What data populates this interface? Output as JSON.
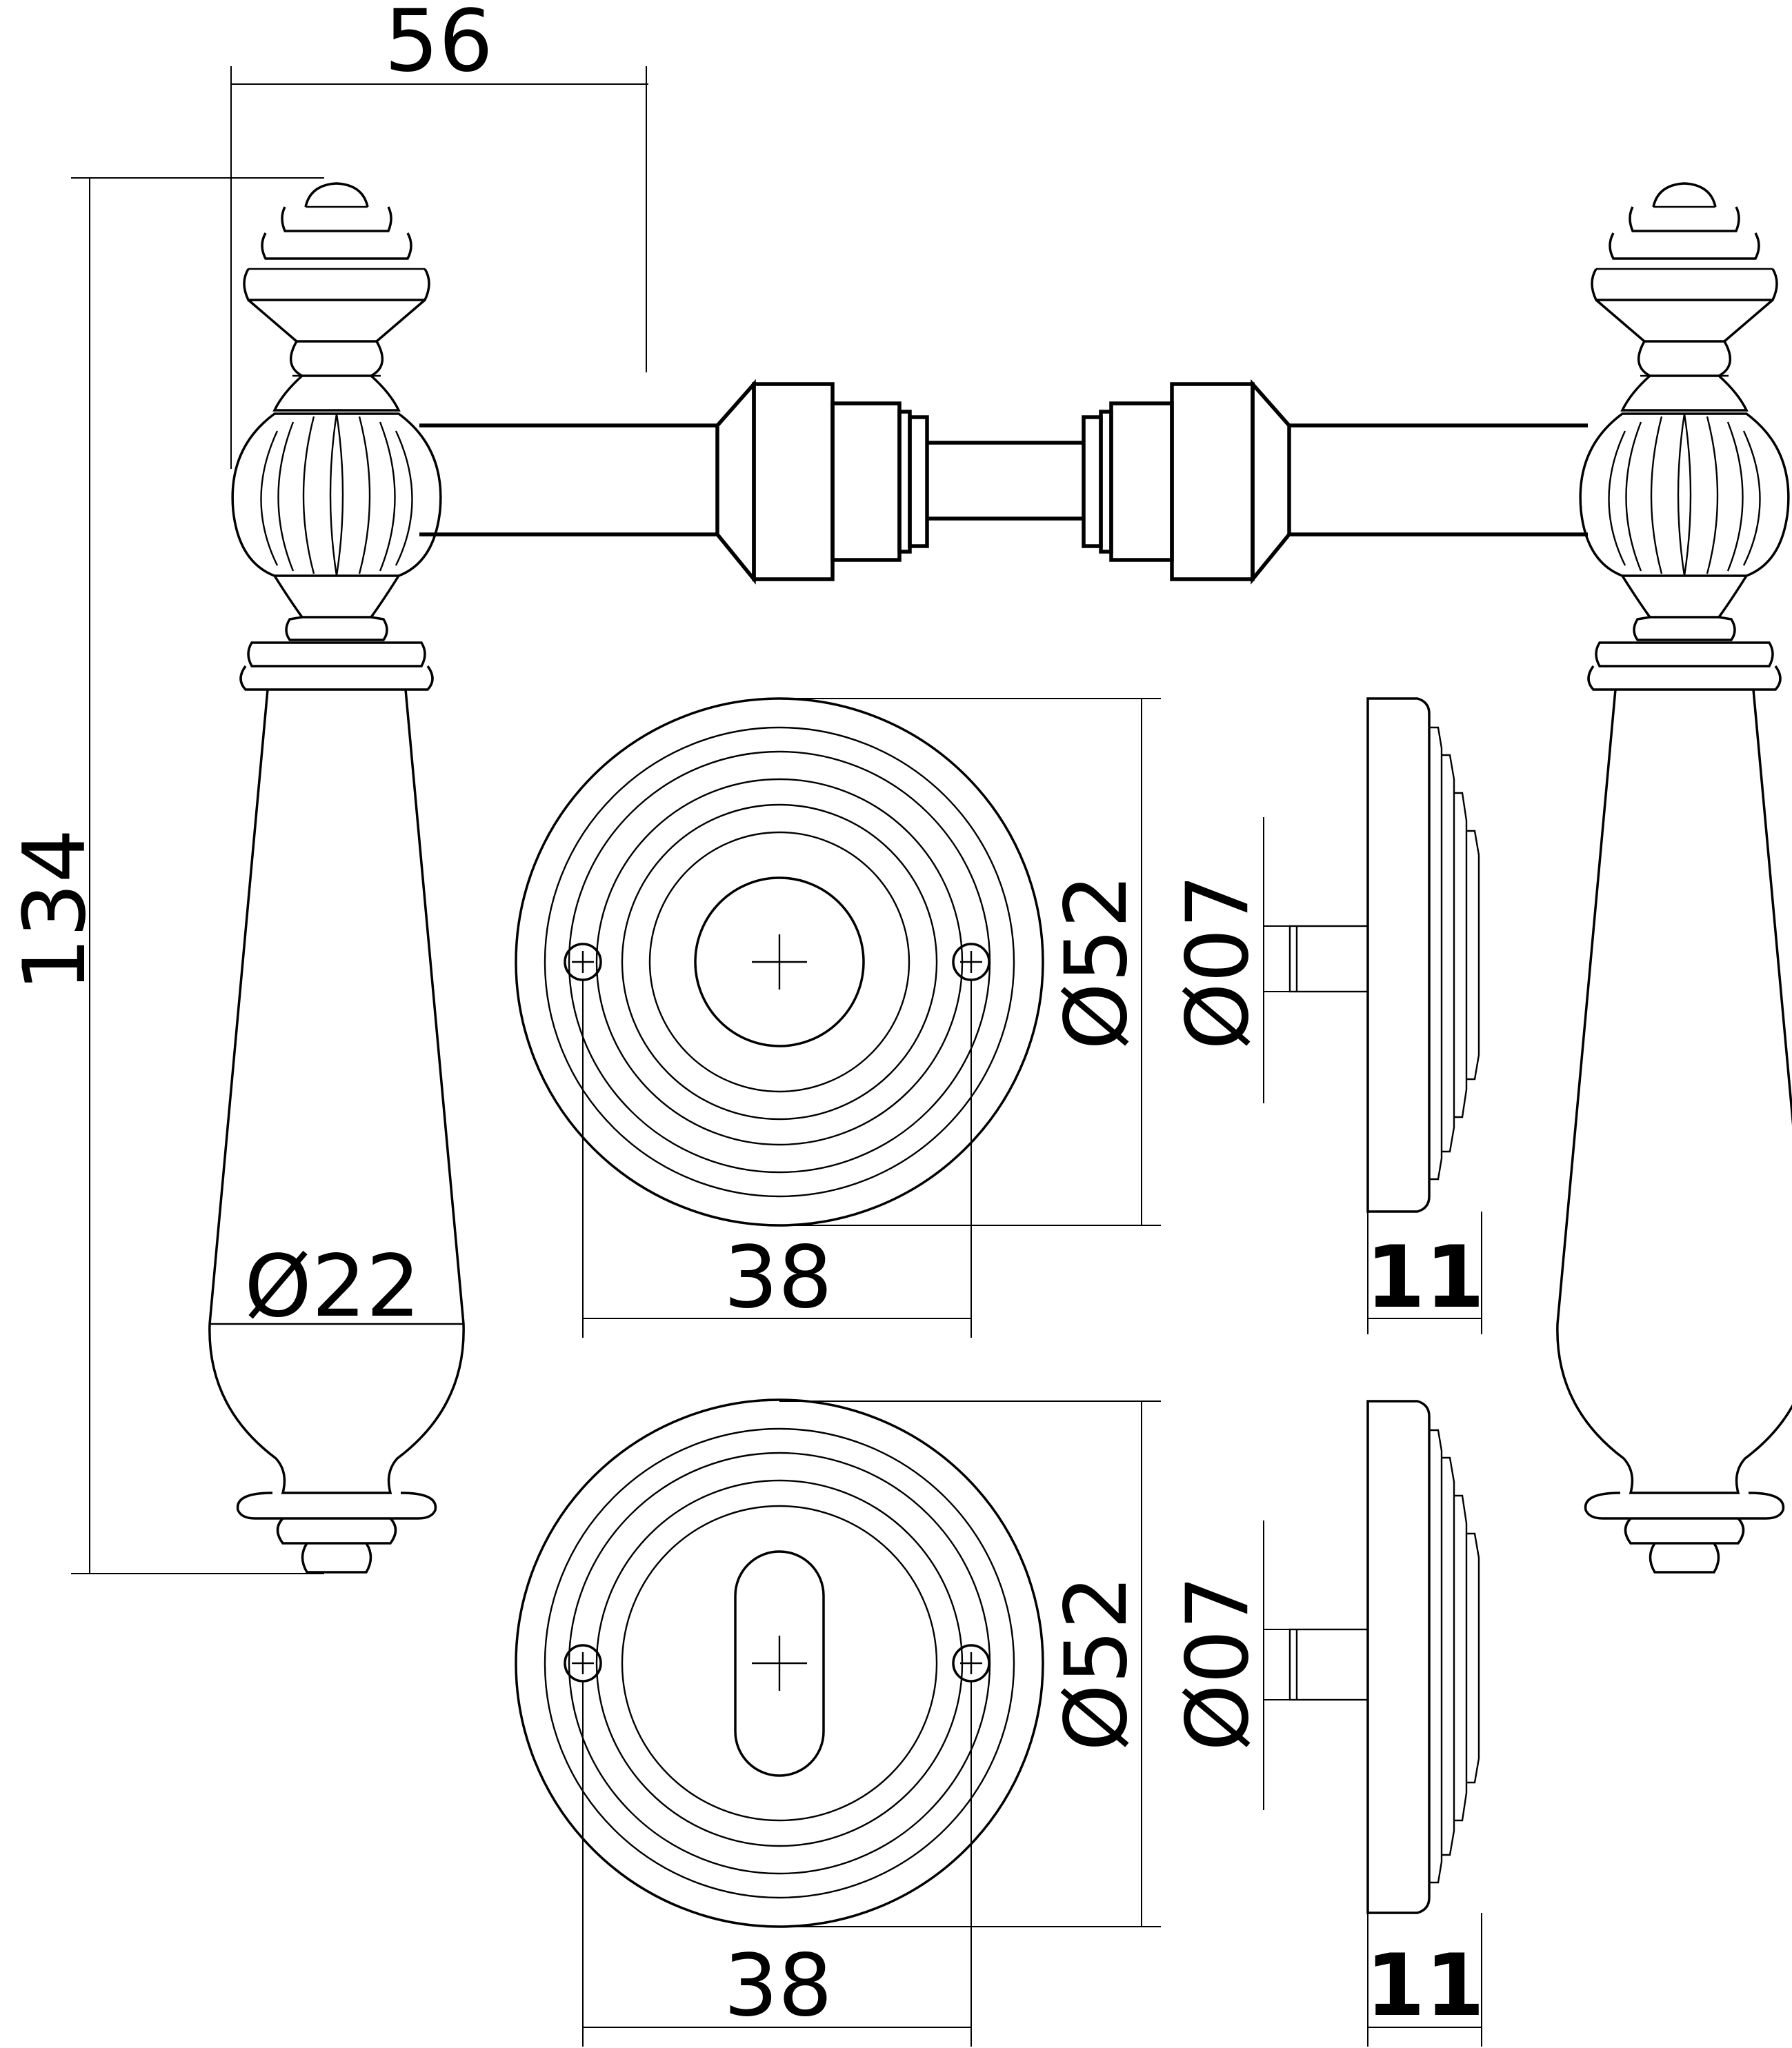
{
  "dimensions": {
    "handle_projection": "56",
    "overall_height": "134",
    "grip_diameter": "Ø22",
    "rose_top_diameter": "Ø52",
    "rose_top_spindle": "Ø07",
    "rose_top_screw_spacing": "38",
    "rose_top_thickness": "11",
    "rose_bottom_diameter": "Ø52",
    "rose_bottom_spindle": "Ø07",
    "rose_bottom_screw_spacing": "38",
    "rose_bottom_thickness": "11"
  }
}
